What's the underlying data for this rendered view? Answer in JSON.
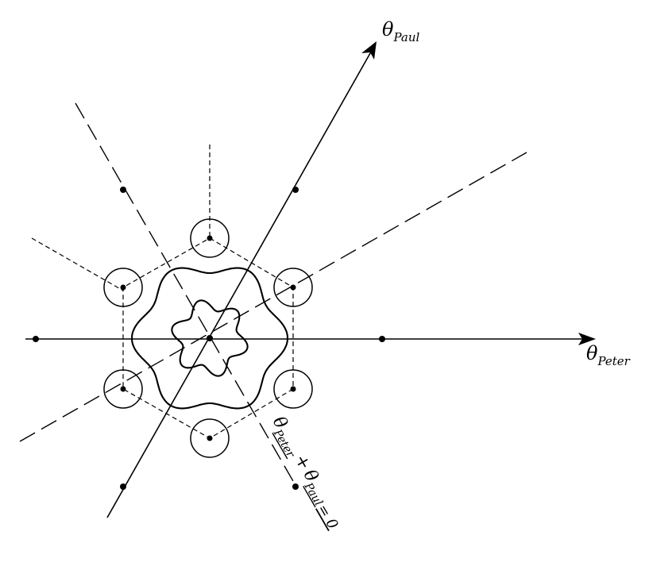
{
  "labels": {
    "theta": "θ",
    "peter_sub": "Peter",
    "paul_sub": "Paul",
    "diagonal_peter_sub": "Peter",
    "plus": "+",
    "diagonal_paul_sub": "Paul",
    "equals_zero": "= 0"
  },
  "colors": {
    "ink": "#000000",
    "background": "#ffffff"
  }
}
